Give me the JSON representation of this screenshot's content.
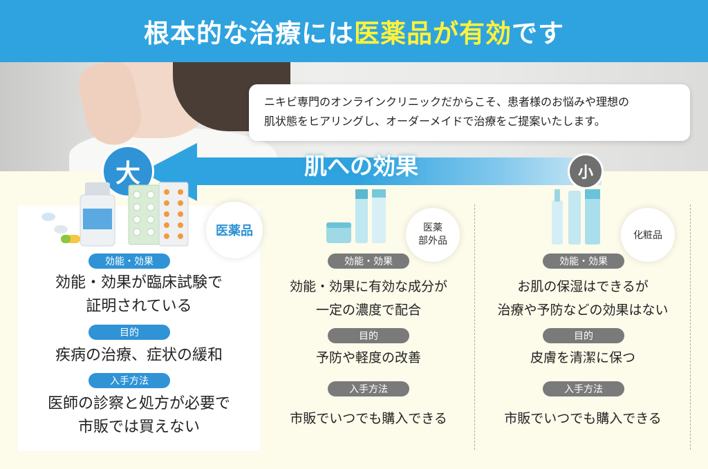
{
  "header": {
    "title_before": "根本的な治療には",
    "title_highlight": "医薬品が有効",
    "title_after": "です"
  },
  "bubble": {
    "line1": "ニキビ専門のオンラインクリニックだからこそ、患者様のお悩みや理想の",
    "line2": "肌状態をヒアリングし、オーダーメイドで治療をご提案いたします。"
  },
  "scale": {
    "label": "肌への効果",
    "high": "大",
    "low": "小"
  },
  "columns": {
    "drug": {
      "category": "医薬品",
      "effect_label": "効能・効果",
      "effect_line1": "効能・効果が臨床試験で",
      "effect_line2": "証明されている",
      "purpose_label": "目的",
      "purpose": "疾病の治療、症状の緩和",
      "access_label": "入手方法",
      "access_line1": "医師の診察と処方が必要で",
      "access_line2": "市販では買えない"
    },
    "quasi": {
      "category_line1": "医薬",
      "category_line2": "部外品",
      "effect_label": "効能・効果",
      "effect_line1": "効能・効果に有効な成分が",
      "effect_line2": "一定の濃度で配合",
      "purpose_label": "目的",
      "purpose": "予防や軽度の改善",
      "access_label": "入手方法",
      "access": "市販でいつでも購入できる"
    },
    "cosmetic": {
      "category": "化粧品",
      "effect_label": "効能・効果",
      "effect_line1": "お肌の保湿はできるが",
      "effect_line2": "治療や予防などの効果はない",
      "purpose_label": "目的",
      "purpose": "皮膚を清潔に保つ",
      "access_label": "入手方法",
      "access": "市販でいつでも購入できる"
    }
  },
  "colors": {
    "header": "#2fa3df",
    "highlight": "#fff23a",
    "drug_label": "#2f93d6",
    "other_label": "#7a7a7a",
    "background": "#fdfbea"
  }
}
